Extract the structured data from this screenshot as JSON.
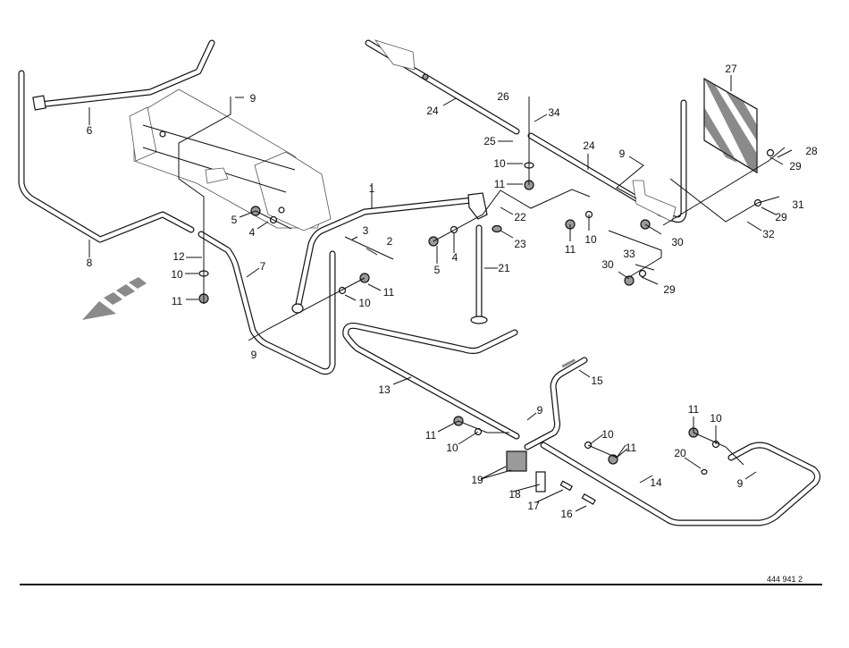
{
  "diagram": {
    "type": "exploded-parts-view",
    "drawing_number": "444 941 2",
    "direction_arrow": "travel-direction-arrow",
    "callouts": [
      {
        "id": "c6",
        "label": "6",
        "part": "upper tube bracket"
      },
      {
        "id": "c9a",
        "label": "9",
        "part": "spring clip"
      },
      {
        "id": "c8",
        "label": "8",
        "part": "left tube"
      },
      {
        "id": "c12",
        "label": "12",
        "part": "pin"
      },
      {
        "id": "c10a",
        "label": "10",
        "part": "washer"
      },
      {
        "id": "c11a",
        "label": "11",
        "part": "nut"
      },
      {
        "id": "c5a",
        "label": "5",
        "part": "nut"
      },
      {
        "id": "c4a",
        "label": "4",
        "part": "washer"
      },
      {
        "id": "c7",
        "label": "7",
        "part": "bent tube"
      },
      {
        "id": "c9b",
        "label": "9",
        "part": "spring clip"
      },
      {
        "id": "c1",
        "label": "1",
        "part": "main frame tube"
      },
      {
        "id": "c3",
        "label": "3",
        "part": "washer"
      },
      {
        "id": "c2",
        "label": "2",
        "part": "bolt"
      },
      {
        "id": "c11b",
        "label": "11",
        "part": "nut"
      },
      {
        "id": "c10b",
        "label": "10",
        "part": "washer"
      },
      {
        "id": "c22",
        "label": "22",
        "part": "bolt"
      },
      {
        "id": "c23",
        "label": "23",
        "part": "washer"
      },
      {
        "id": "c5b",
        "label": "5",
        "part": "nut"
      },
      {
        "id": "c4b",
        "label": "4",
        "part": "washer"
      },
      {
        "id": "c21",
        "label": "21",
        "part": "support stand"
      },
      {
        "id": "c24a",
        "label": "24",
        "part": "rail"
      },
      {
        "id": "c26",
        "label": "26",
        "part": "bolt"
      },
      {
        "id": "c34",
        "label": "34",
        "part": "clamp"
      },
      {
        "id": "c25",
        "label": "25",
        "part": "clamp plate"
      },
      {
        "id": "c10c",
        "label": "10",
        "part": "washer"
      },
      {
        "id": "c11c",
        "label": "11",
        "part": "nut"
      },
      {
        "id": "c24b",
        "label": "24",
        "part": "rail"
      },
      {
        "id": "c9c",
        "label": "9",
        "part": "spring clip"
      },
      {
        "id": "c11d",
        "label": "11",
        "part": "nut"
      },
      {
        "id": "c10d",
        "label": "10",
        "part": "washer"
      },
      {
        "id": "c27",
        "label": "27",
        "part": "warning sign"
      },
      {
        "id": "c28",
        "label": "28",
        "part": "bolt"
      },
      {
        "id": "c29a",
        "label": "29",
        "part": "washer"
      },
      {
        "id": "c31",
        "label": "31",
        "part": "bolt"
      },
      {
        "id": "c29b",
        "label": "29",
        "part": "washer"
      },
      {
        "id": "c32",
        "label": "32",
        "part": "clamp"
      },
      {
        "id": "c30a",
        "label": "30",
        "part": "nut"
      },
      {
        "id": "c33",
        "label": "33",
        "part": "clamp"
      },
      {
        "id": "c30b",
        "label": "30",
        "part": "nut"
      },
      {
        "id": "c29c",
        "label": "29",
        "part": "washer"
      },
      {
        "id": "c13",
        "label": "13",
        "part": "lower tube"
      },
      {
        "id": "c15",
        "label": "15",
        "part": "handle"
      },
      {
        "id": "c9d",
        "label": "9",
        "part": "spring clip"
      },
      {
        "id": "c11e",
        "label": "11",
        "part": "nut"
      },
      {
        "id": "c10e",
        "label": "10",
        "part": "washer"
      },
      {
        "id": "c10f",
        "label": "10",
        "part": "washer"
      },
      {
        "id": "c11f",
        "label": "11",
        "part": "nut"
      },
      {
        "id": "c19",
        "label": "19",
        "part": "clamp halves"
      },
      {
        "id": "c18",
        "label": "18",
        "part": "plate"
      },
      {
        "id": "c17",
        "label": "17",
        "part": "sleeve"
      },
      {
        "id": "c16",
        "label": "16",
        "part": "bolt"
      },
      {
        "id": "c14",
        "label": "14",
        "part": "loop tube"
      },
      {
        "id": "c11g",
        "label": "11",
        "part": "nut"
      },
      {
        "id": "c10g",
        "label": "10",
        "part": "washer"
      },
      {
        "id": "c20",
        "label": "20",
        "part": "pin"
      },
      {
        "id": "c9e",
        "label": "9",
        "part": "spring clip"
      }
    ]
  }
}
